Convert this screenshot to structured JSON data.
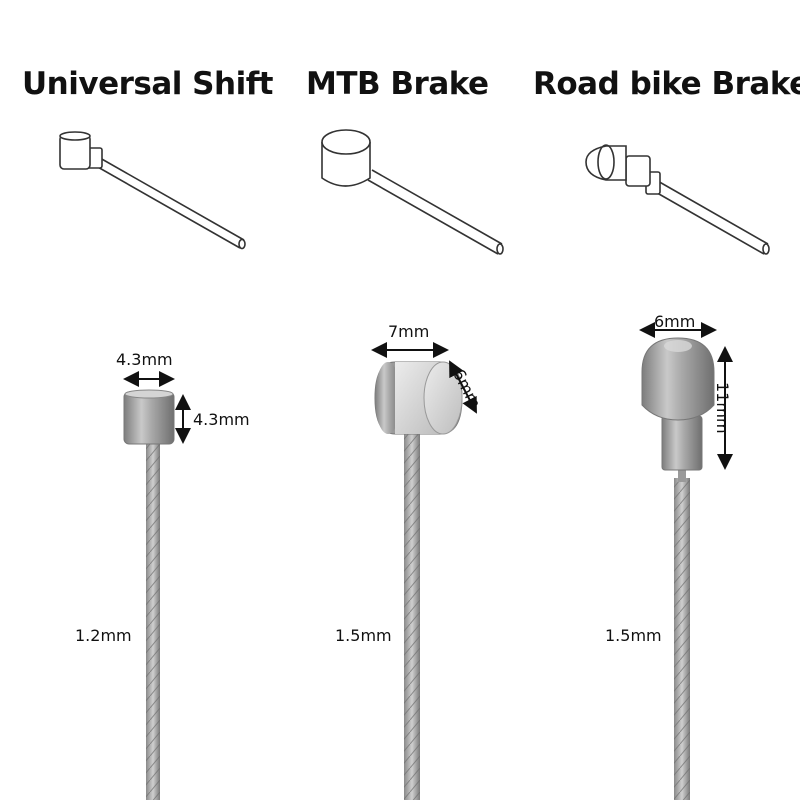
{
  "columns": [
    {
      "title": "Universal Shift",
      "dims": {
        "width": "4.3mm",
        "height": "4.3mm",
        "cable": "1.2mm"
      }
    },
    {
      "title": "MTB Brake",
      "dims": {
        "width": "7mm",
        "depth": "6mm",
        "cable": "1.5mm"
      }
    },
    {
      "title": "Road bike Brake",
      "dims": {
        "width": "6mm",
        "height": "11mm",
        "cable": "1.5mm"
      }
    }
  ],
  "colors": {
    "metal_light": "#e4e4e4",
    "metal_dark": "#8e8e8e",
    "line": "#333333"
  }
}
